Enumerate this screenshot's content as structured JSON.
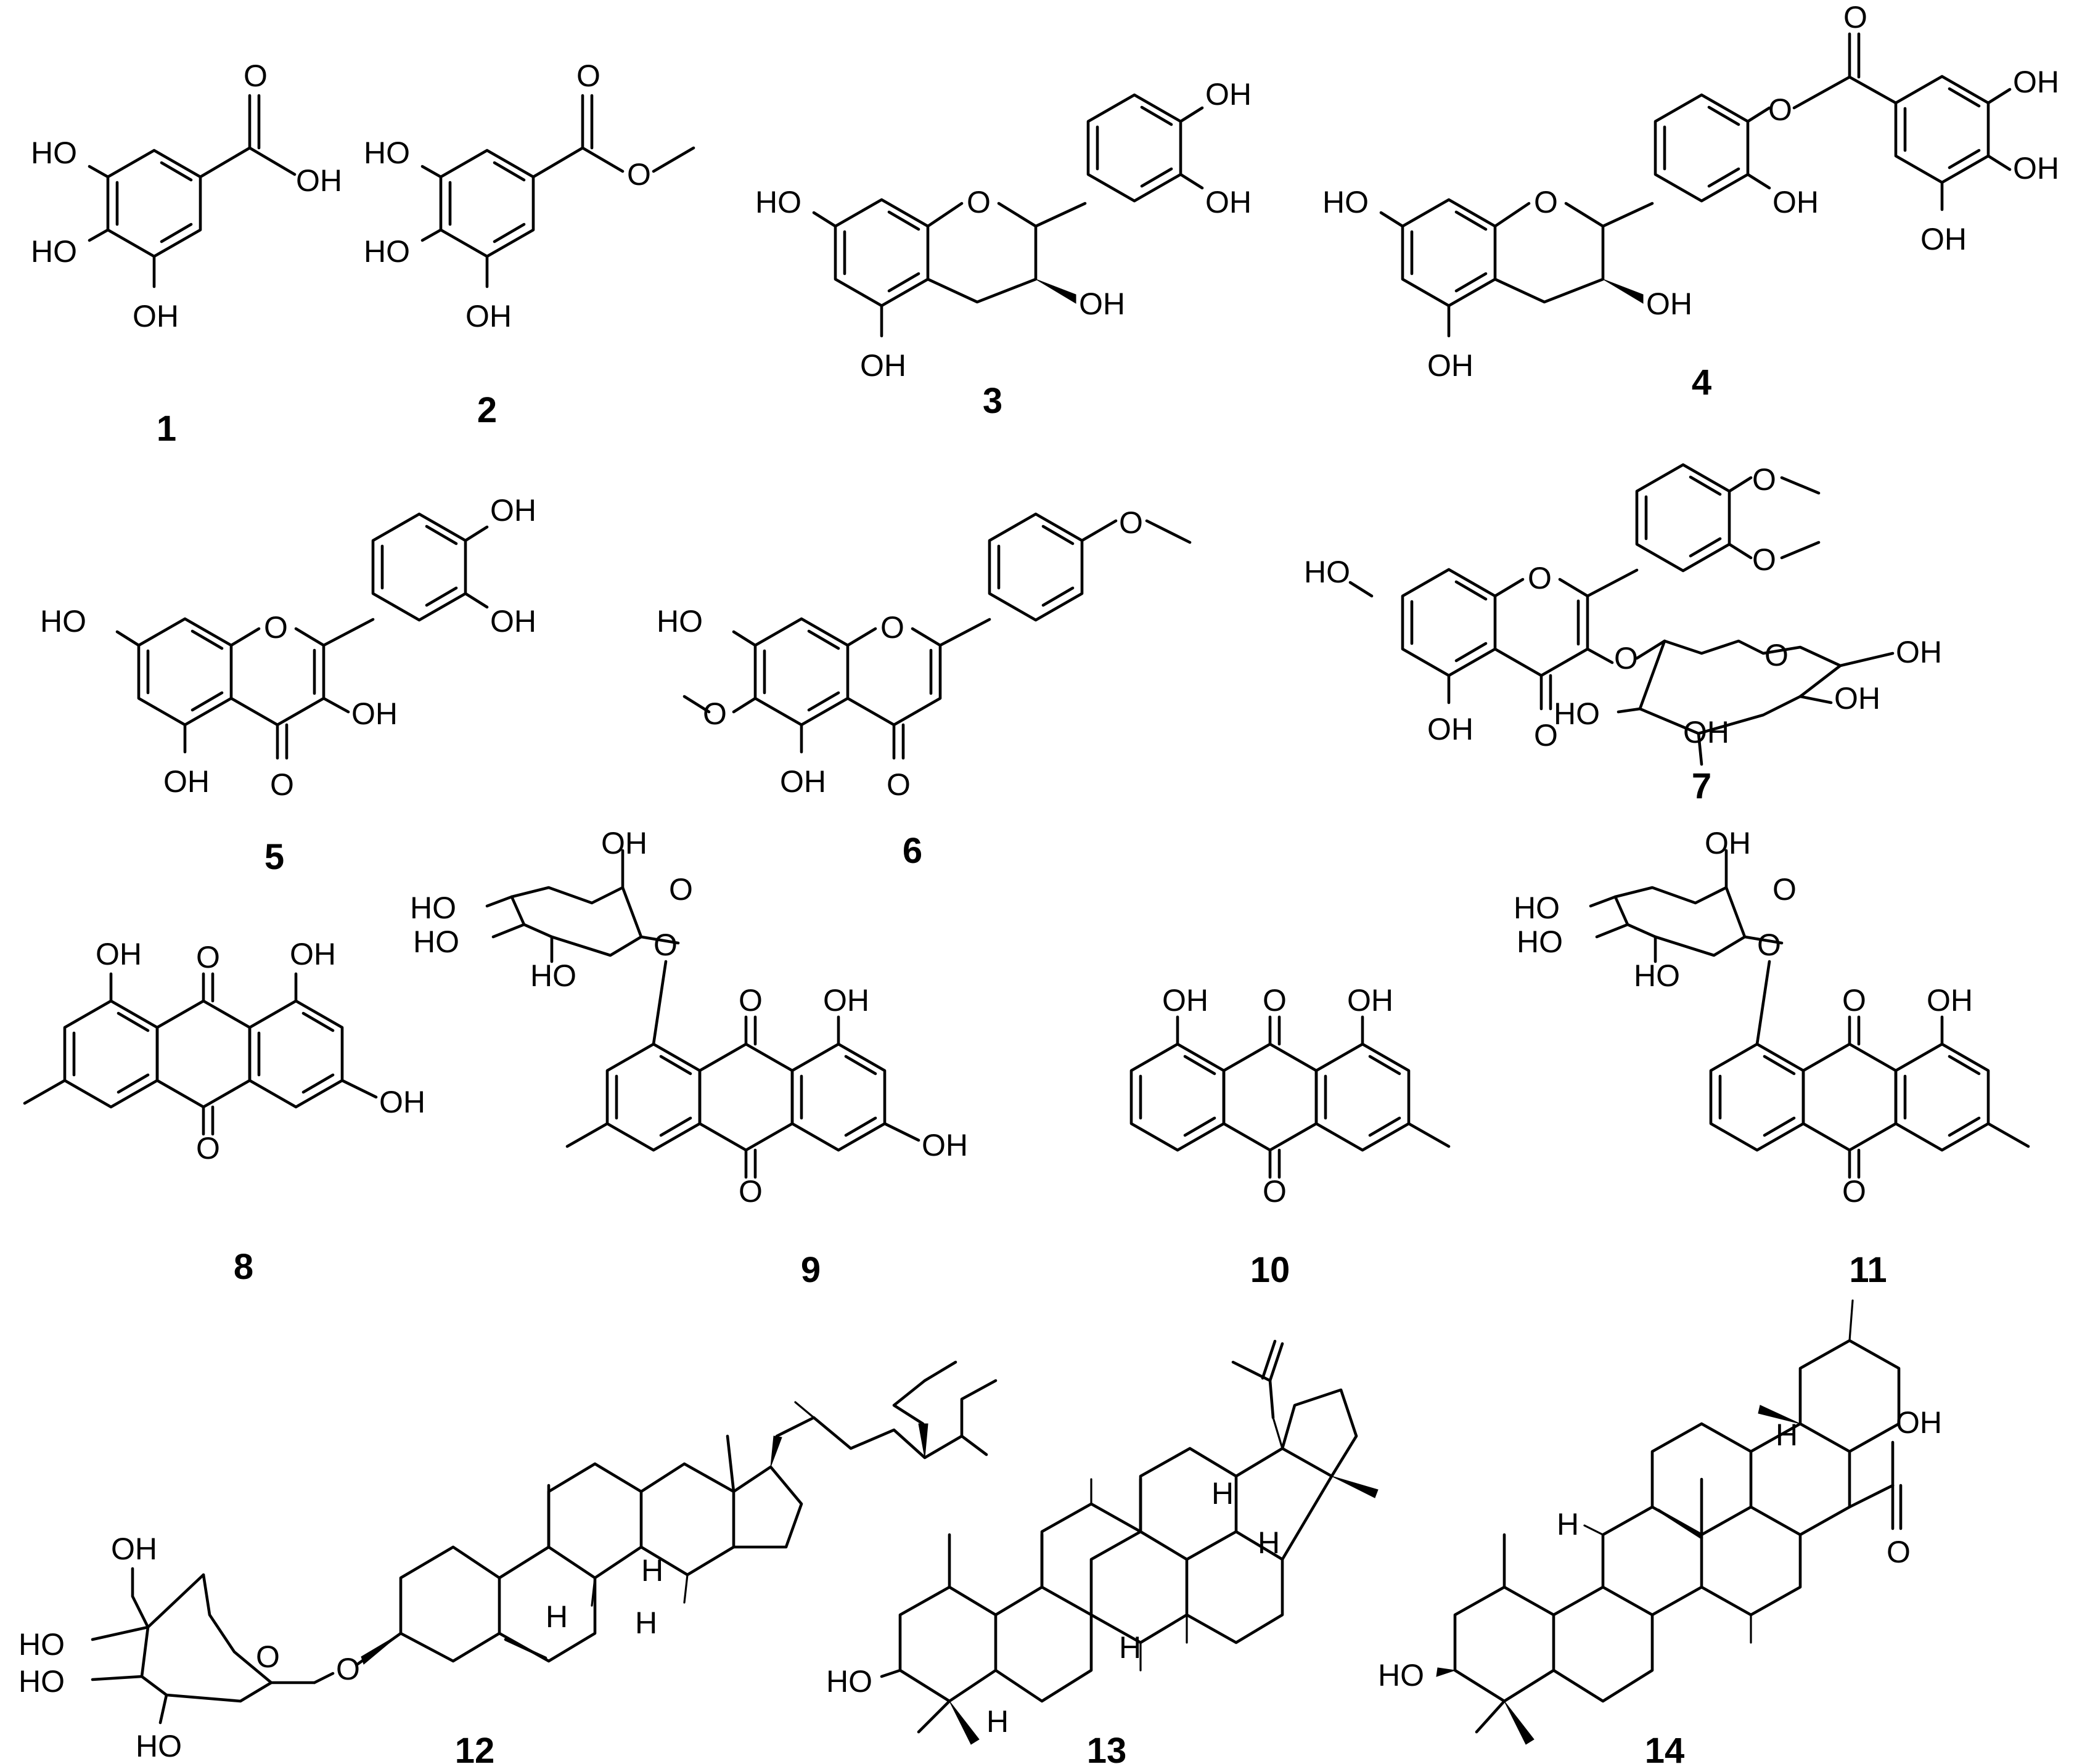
{
  "compounds": [
    {
      "label": "1"
    },
    {
      "label": "2"
    },
    {
      "label": "3"
    },
    {
      "label": "4"
    },
    {
      "label": "5"
    },
    {
      "label": "6"
    },
    {
      "label": "7"
    },
    {
      "label": "8"
    },
    {
      "label": "9"
    },
    {
      "label": "10"
    },
    {
      "label": "11"
    },
    {
      "label": "12"
    },
    {
      "label": "13"
    },
    {
      "label": "14"
    }
  ],
  "atom_labels": {
    "oh": "OH",
    "ho": "HO",
    "o": "O",
    "h": "H"
  }
}
